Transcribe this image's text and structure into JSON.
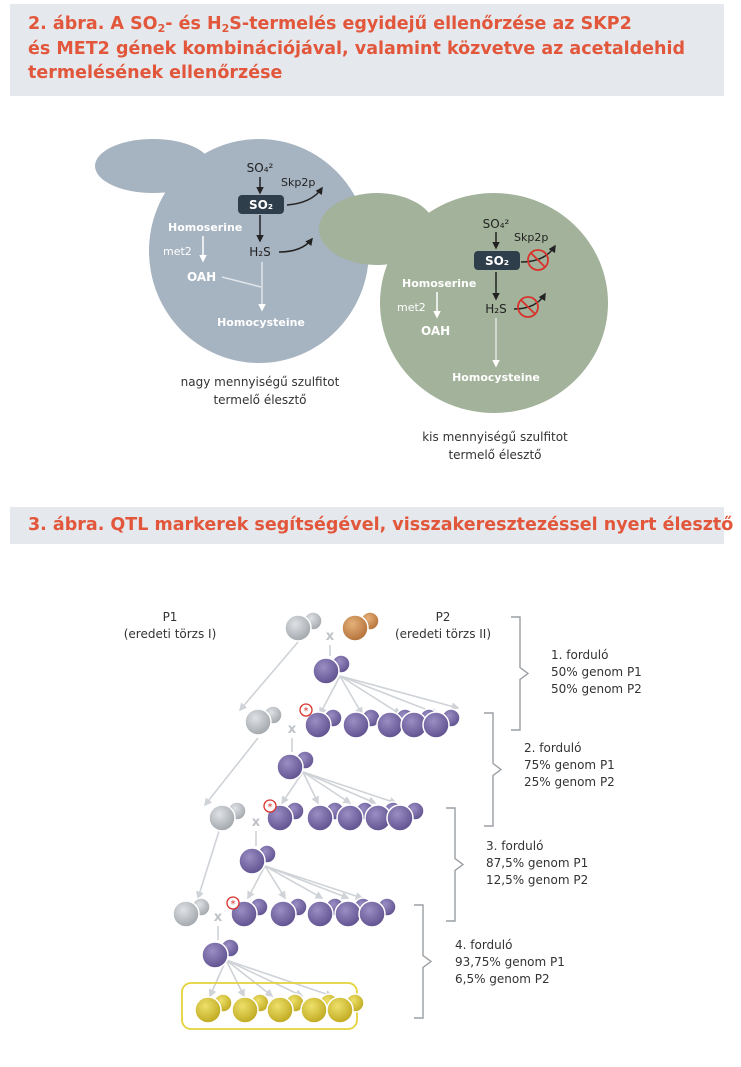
{
  "figure2": {
    "title_line1_a": "2. ábra. A SO",
    "title_line1_sub1": "2",
    "title_line1_b": "- és H",
    "title_line1_sub2": "2",
    "title_line1_c": "S-termelés egyidejű ellenőrzése az SKP2",
    "title_line2": "és MET2 gének kombinációjával, valamint közvetve az acetaldehid",
    "title_line3": "termelésének ellenőrzése",
    "high": {
      "so4": "SO₄²",
      "so2": "SO₂",
      "skp2p": "Skp2p",
      "homoserine": "Homoserine",
      "met2": "met2",
      "h2s": "H₂S",
      "oah": "OAH",
      "homocysteine": "Homocysteine",
      "caption_line1": "nagy mennyiségű szulfitot",
      "caption_line2": "termelő élesztő",
      "color": "#a6b3c0"
    },
    "low": {
      "so4": "SO₄²",
      "so2": "SO₂",
      "skp2p": "Skp2p",
      "homoserine": "Homoserine",
      "met2": "met2",
      "h2s": "H₂S",
      "oah": "OAH",
      "homocysteine": "Homocysteine",
      "caption_line1": "kis mennyiségű szulfitot",
      "caption_line2": "termelő élesztő",
      "color": "#a3b29a"
    }
  },
  "figure3": {
    "title": "3. ábra. QTL markerek segítségével, visszakeresztezéssel nyert élesztő",
    "p1_label": "P1",
    "p1_sub": "(eredeti törzs I)",
    "p2_label": "P2",
    "p2_sub": "(eredeti törzs II)",
    "cross_symbol": "x",
    "marker_symbol": "*",
    "stages": [
      {
        "round": "1. forduló",
        "line1": "50% genom P1",
        "line2": "50% genom P2"
      },
      {
        "round": "2. forduló",
        "line1": "75% genom P1",
        "line2": "25% genom P2"
      },
      {
        "round": "3. forduló",
        "line1": "87,5% genom P1",
        "line2": "12,5% genom P2"
      },
      {
        "round": "4. forduló",
        "line1": "93,75% genom P1",
        "line2": "6,5% genom P2"
      }
    ],
    "colors": {
      "p1": "#b8bcc0",
      "p2": "#c98a4e",
      "hybrid": "#7a6ca8",
      "final": "#d9c531",
      "marker": "#d9322c",
      "title": "#e2573b"
    }
  }
}
